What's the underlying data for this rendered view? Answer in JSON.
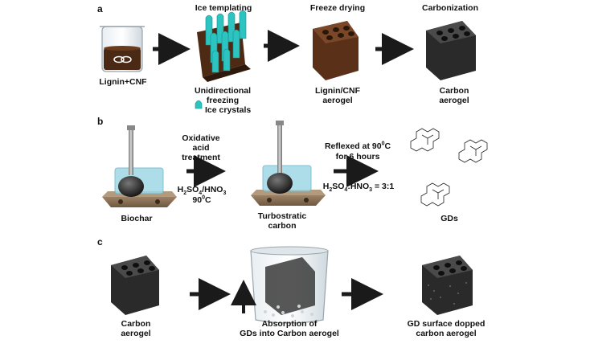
{
  "panels": {
    "a": "a",
    "b": "b",
    "c": "c"
  },
  "row_a": {
    "beaker_label": "Lignin+CNF",
    "ice_templating": "Ice templating",
    "unidirectional_freezing": [
      "Unidirectional",
      "freezing"
    ],
    "ice_crystals": "Ice crystals",
    "freeze_drying": "Freeze drying",
    "lignin_cnf_aerogel": [
      "Lignin/CNF",
      "aerogel"
    ],
    "carbonization": "Carbonization",
    "carbon_aerogel": [
      "Carbon",
      "aerogel"
    ]
  },
  "row_b": {
    "biochar": "Biochar",
    "oxidative": [
      "Oxidative",
      "acid",
      "treatment"
    ],
    "reagent_h2so4": "H",
    "reagent_sub2": "2",
    "reagent_so4": "SO",
    "reagent_sub4": "4",
    "reagent_hno3": "/HNO",
    "reagent_sub3": "3",
    "temp_90": "90",
    "deg": "0",
    "temp_c": "C",
    "turbostratic": [
      "Turbostratic",
      "carbon"
    ],
    "reflexed_a": "Reflexed at 90",
    "reflexed_deg": "0",
    "reflexed_c": "C",
    "reflexed_b": "for 6 hours",
    "ratio_h": "H",
    "ratio_sub2": "2",
    "ratio_so": "SO",
    "ratio_sub4": "4",
    "ratio_hno": ":HNO",
    "ratio_sub3": "3",
    "ratio_val": " = 3:1",
    "gds": "GDs"
  },
  "row_c": {
    "carbon_aerogel": [
      "Carbon",
      "aerogel"
    ],
    "absorption": [
      "Absorption of",
      "GDs into Carbon aerogel"
    ],
    "gd_surface": [
      "GD surface dopped",
      "carbon aerogel"
    ]
  },
  "colors": {
    "arrow": "#1a1a1a",
    "ice": "#2cc4c0",
    "lignin": "#5a3018",
    "carbon": "#2e2e2e",
    "hotplate": "#8a7158",
    "water": "#9ed8e6"
  }
}
